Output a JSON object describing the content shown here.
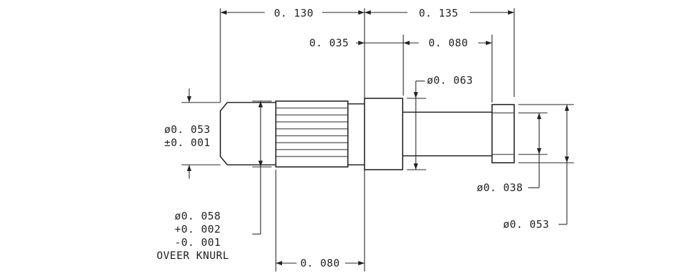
{
  "dims": {
    "len_top_left": "0. 130",
    "len_top_right": "0. 135",
    "len_collar": "0. 035",
    "len_pin": "0. 080",
    "len_knurl": "0. 080",
    "dia_collar": "ø0. 063",
    "dia_tip_1": "ø0. 053",
    "dia_tip_2": "±0. 001",
    "dia_knurl_1": "ø0. 058",
    "dia_knurl_2": "+0. 002",
    "dia_knurl_3": "-0. 001",
    "dia_knurl_4": "OVEER KNURL",
    "dia_pin": "ø0. 038",
    "dia_end": "ø0. 053"
  }
}
